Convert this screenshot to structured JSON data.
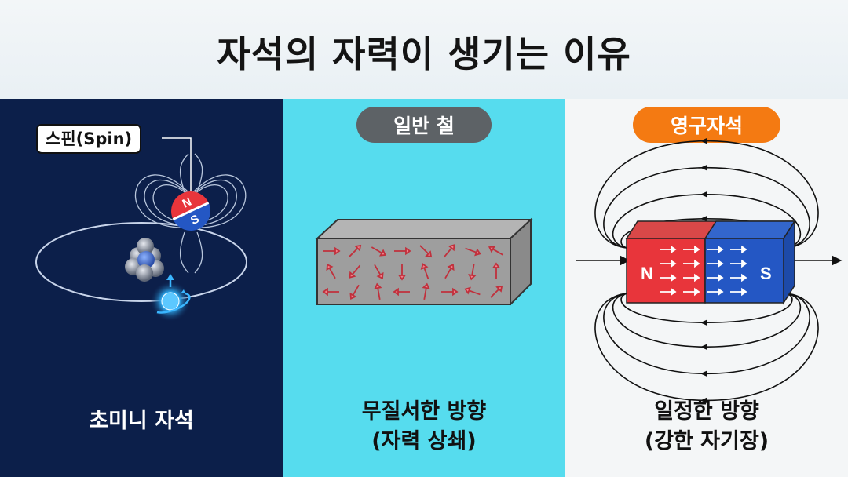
{
  "title": "자석의 자력이 생기는 이유",
  "panels": {
    "left": {
      "spin_label": "스핀(Spin)",
      "magnet_n": "N",
      "magnet_s": "S",
      "caption": "초미니 자석"
    },
    "middle": {
      "badge": "일반 철",
      "caption_line1": "무질서한 방향",
      "caption_line2": "(자력 상쇄)"
    },
    "right": {
      "badge": "영구자석",
      "pole_n": "N",
      "pole_s": "S",
      "caption_line1": "일정한 방향",
      "caption_line2": "(강한 자기장)"
    }
  },
  "colors": {
    "left_bg": "#0c1f4a",
    "mid_bg": "#56dcee",
    "right_bg": "#f4f6f7",
    "north_red": "#e8353b",
    "south_blue": "#2457c4",
    "badge_gray": "#5d6266",
    "badge_orange": "#f47a12",
    "domain_arrow": "#f2808a"
  }
}
